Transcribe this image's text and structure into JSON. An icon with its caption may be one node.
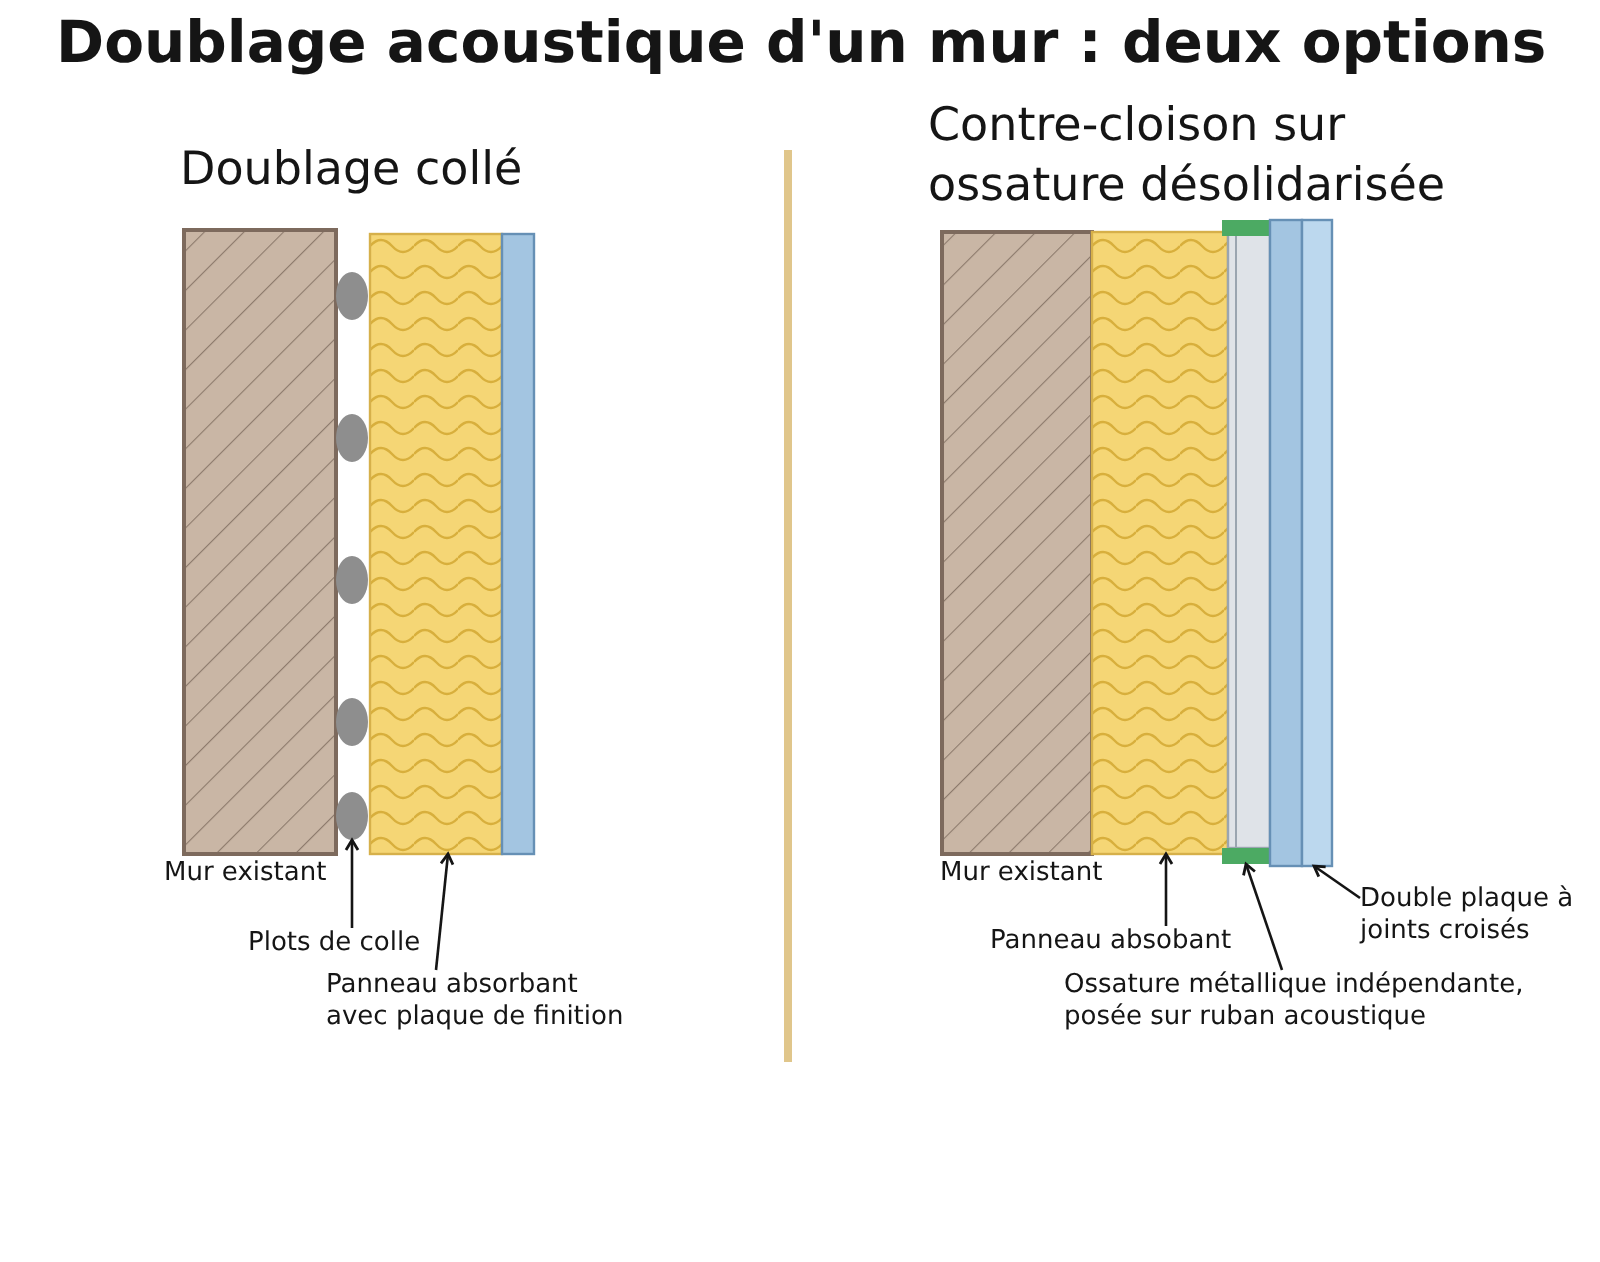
{
  "diagram": {
    "title": "Doublage acoustique d'un mur : deux options",
    "nodes": [
      {
        "text": [],
        "shape": "box",
        "beside": [
          "Mur existant"
        ]
      },
      {
        "text": [],
        "shape": "circle"
      },
      {
        "text": [],
        "shape": "circle"
      },
      {
        "text": [],
        "shape": "circle"
      },
      {
        "text": [],
        "shape": "circle"
      },
      {
        "text": [],
        "shape": "circle"
      },
      {
        "text": [],
        "shape": "box"
      },
      {
        "text": [
          "Plots de colle"
        ]
      },
      {
        "text": [
          "Panneau absorbant avec plaque de finition"
        ]
      },
      {
        "text": [],
        "shape": "box",
        "beside": [
          "Mur existant"
        ]
      },
      {
        "text": [],
        "shape": "box"
      },
      {
        "text": [],
        "shape": "box"
      },
      {
        "text": [],
        "shape": "box"
      },
      {
        "text": [
          "Panneau absobant"
        ]
      },
      {
        "text": [
          "Double plaque à joints croisés"
        ]
      },
      {
        "text": [
          "Ossature métallique indépendante, posée sur ruban acoustique"
        ]
      }
    ],
    "edges": [
      {
        "from": 7,
        "to": 5,
        "arrow": "to"
      },
      {
        "from": 8,
        "to": 6,
        "arrow": "to"
      },
      {
        "from": 13,
        "to": 10,
        "arrow": "to"
      },
      {
        "from": 15,
        "to": 11,
        "arrow": "to"
      },
      {
        "from": 14,
        "to": 12,
        "arrow": "to"
      }
    ],
    "labels": [
      "Doublage collé",
      "Contre-cloison sur ossature désolidarisée"
    ]
  }
}
